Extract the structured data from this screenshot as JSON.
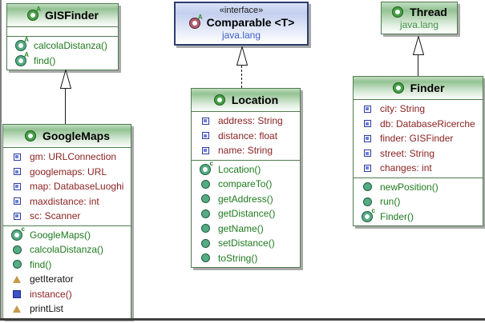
{
  "icons": {
    "abstract-class-icon": "green ring with A superscript",
    "class-icon": "green ring",
    "interface-icon": "maroon ring with A superscript",
    "field-icon": "small blue square",
    "method-icon": "filled teal circle",
    "constructor-icon": "teal ring with c superscript",
    "abstract-method-icon": "teal ring with A superscript",
    "triangle-member-icon": "tan triangle",
    "static-method-icon": "filled blue square"
  },
  "colors": {
    "class_border": "#4d7d4d",
    "interface_border": "#2d3e70",
    "attribute_text": "#8b2222",
    "method_text": "#1e7a1e",
    "package_text_green": "#449044",
    "package_text_blue": "#3c5fc6"
  },
  "gisfinder": {
    "title": "GISFinder",
    "methods": [
      {
        "label": "calcolaDistanza()",
        "icon": "abstract-method-icon"
      },
      {
        "label": "find()",
        "icon": "abstract-method-icon"
      }
    ]
  },
  "comparable": {
    "stereotype": "«interface»",
    "title": "Comparable <T>",
    "package": "java.lang"
  },
  "thread": {
    "title": "Thread",
    "package": "java.lang"
  },
  "googlemaps": {
    "title": "GoogleMaps",
    "attributes": [
      {
        "label": "gm: URLConnection",
        "icon": "field-icon"
      },
      {
        "label": "googlemaps: URL",
        "icon": "field-icon"
      },
      {
        "label": "map: DatabaseLuoghi",
        "icon": "field-icon"
      },
      {
        "label": "maxdistance: int",
        "icon": "field-icon"
      },
      {
        "label": "sc: Scanner",
        "icon": "field-icon"
      }
    ],
    "methods": [
      {
        "label": "GoogleMaps()",
        "icon": "constructor-icon"
      },
      {
        "label": "calcolaDistanza()",
        "icon": "method-icon"
      },
      {
        "label": "find()",
        "icon": "method-icon"
      },
      {
        "label": "getIterator",
        "icon": "triangle-member-icon"
      },
      {
        "label": "instance()",
        "icon": "static-method-icon"
      },
      {
        "label": "printList",
        "icon": "triangle-member-icon"
      }
    ]
  },
  "location": {
    "title": "Location",
    "attributes": [
      {
        "label": "address: String",
        "icon": "field-icon"
      },
      {
        "label": "distance: float",
        "icon": "field-icon"
      },
      {
        "label": "name: String",
        "icon": "field-icon"
      }
    ],
    "methods": [
      {
        "label": "Location()",
        "icon": "constructor-icon"
      },
      {
        "label": "compareTo()",
        "icon": "method-icon"
      },
      {
        "label": "getAddress()",
        "icon": "method-icon"
      },
      {
        "label": "getDistance()",
        "icon": "method-icon"
      },
      {
        "label": "getName()",
        "icon": "method-icon"
      },
      {
        "label": "setDistance()",
        "icon": "method-icon"
      },
      {
        "label": "toString()",
        "icon": "method-icon"
      }
    ]
  },
  "finder": {
    "title": "Finder",
    "attributes": [
      {
        "label": "city: String",
        "icon": "field-icon"
      },
      {
        "label": "db: DatabaseRicerche",
        "icon": "field-icon"
      },
      {
        "label": "finder: GISFinder",
        "icon": "field-icon"
      },
      {
        "label": "street: String",
        "icon": "field-icon"
      },
      {
        "label": "changes: int",
        "icon": "field-icon"
      }
    ],
    "methods": [
      {
        "label": "newPosition()",
        "icon": "method-icon"
      },
      {
        "label": "run()",
        "icon": "method-icon"
      },
      {
        "label": "Finder()",
        "icon": "constructor-icon"
      }
    ]
  },
  "relationships": [
    {
      "from": "GoogleMaps",
      "to": "GISFinder",
      "type": "generalization"
    },
    {
      "from": "Location",
      "to": "Comparable",
      "type": "realization"
    },
    {
      "from": "Finder",
      "to": "Thread",
      "type": "generalization"
    }
  ]
}
